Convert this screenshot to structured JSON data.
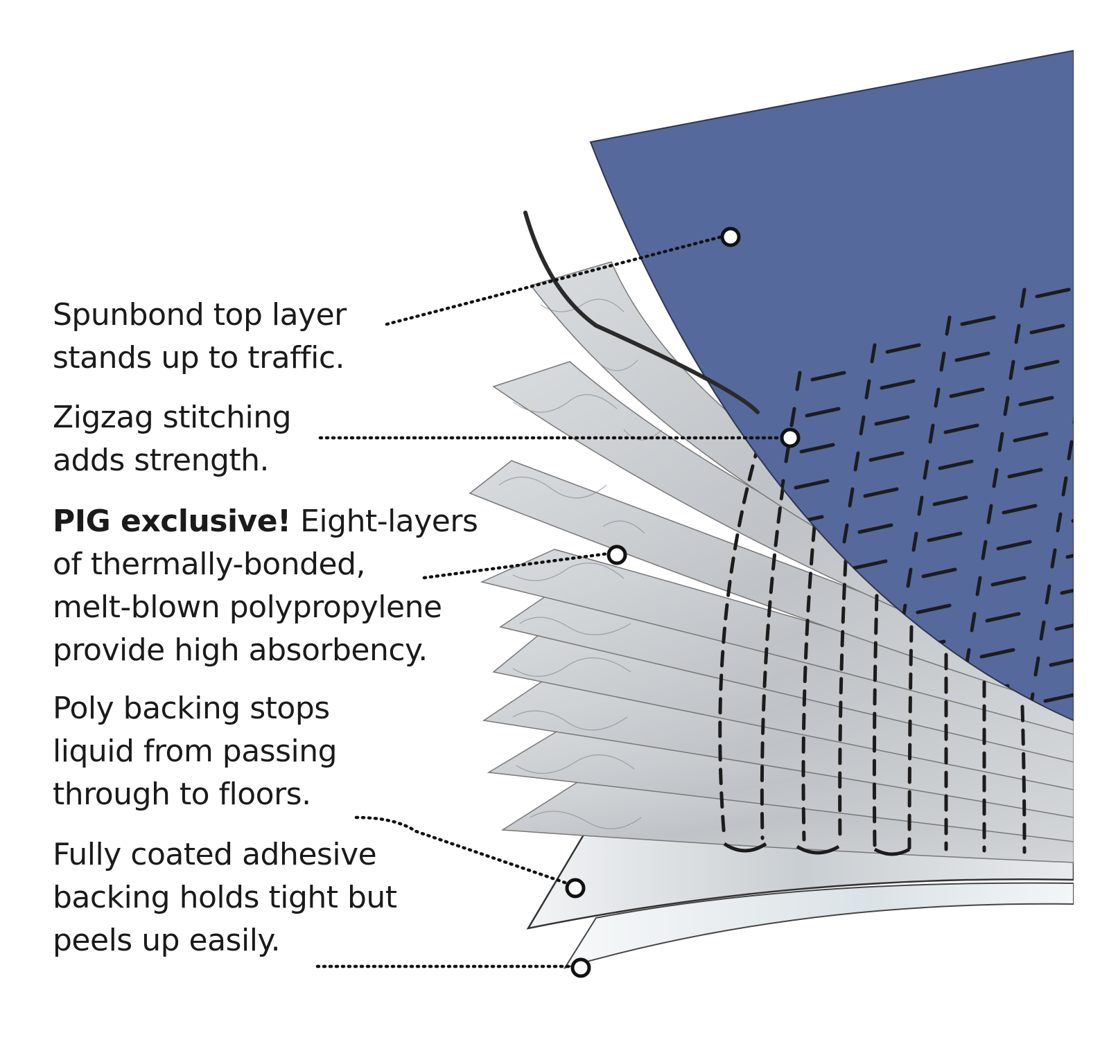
{
  "callouts": [
    {
      "id": "spunbond",
      "lines": [
        "Spunbond top layer",
        "stands up to traffic."
      ]
    },
    {
      "id": "zigzag",
      "lines": [
        "Zigzag stitching",
        "adds strength."
      ]
    },
    {
      "id": "pig",
      "bold": "PIG exclusive!",
      "lines": [
        " Eight-layers",
        "of thermally-bonded,",
        "melt-blown polypropylene",
        "provide high absorbency."
      ]
    },
    {
      "id": "poly",
      "lines": [
        "Poly backing stops",
        "liquid from passing",
        "through to floors."
      ]
    },
    {
      "id": "adhesive",
      "lines": [
        "Fully coated adhesive",
        "backing holds tight but",
        "peels up easily."
      ]
    }
  ],
  "colors": {
    "top_layer": "#56699c",
    "absorbent_layer": "#c9cccf",
    "stitching": "#1c1c1c",
    "poly_backing": "#dfe3e6",
    "adhesive_backing": "#eef2f4",
    "leader_line": "#111111",
    "text": "#1a1a1a"
  }
}
